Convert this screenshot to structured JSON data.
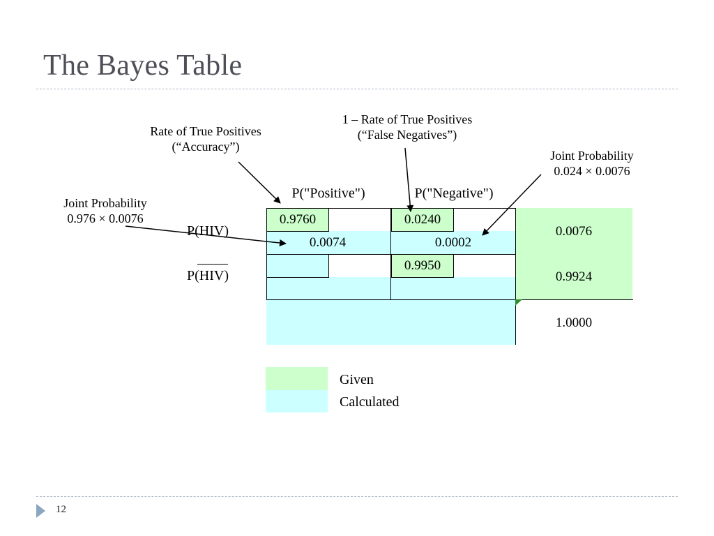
{
  "slide": {
    "title": "The Bayes Table",
    "slide_number": "12"
  },
  "annotations": {
    "accuracy_line1": "Rate of True Positives",
    "accuracy_line2": "(“Accuracy”)",
    "false_neg_line1": "1 – Rate of True Positives",
    "false_neg_line2": "(“False Negatives”)",
    "joint_neg_line1": "Joint Probability",
    "joint_neg_line2": "0.024 × 0.0076",
    "joint_pos_line1": "Joint Probability",
    "joint_pos_line2": "0.976 × 0.0076"
  },
  "table": {
    "col_positive": "P(\"Positive\")",
    "col_negative": "P(\"Negative\")",
    "row_hiv": "P(HIV)",
    "row_not_hiv": "P(HIV)",
    "hiv_pos_given": "0.9760",
    "hiv_neg_given": "0.0240",
    "hiv_pos_joint": "0.0074",
    "hiv_neg_joint": "0.0002",
    "hiv_marginal": "0.0076",
    "nothiv_neg_given": "0.9950",
    "nothiv_marginal": "0.9924",
    "total": "1.0000"
  },
  "legend": {
    "given_label": "Given",
    "calculated_label": "Calculated",
    "given_color": "#ccffcc",
    "calculated_color": "#ccffff"
  }
}
